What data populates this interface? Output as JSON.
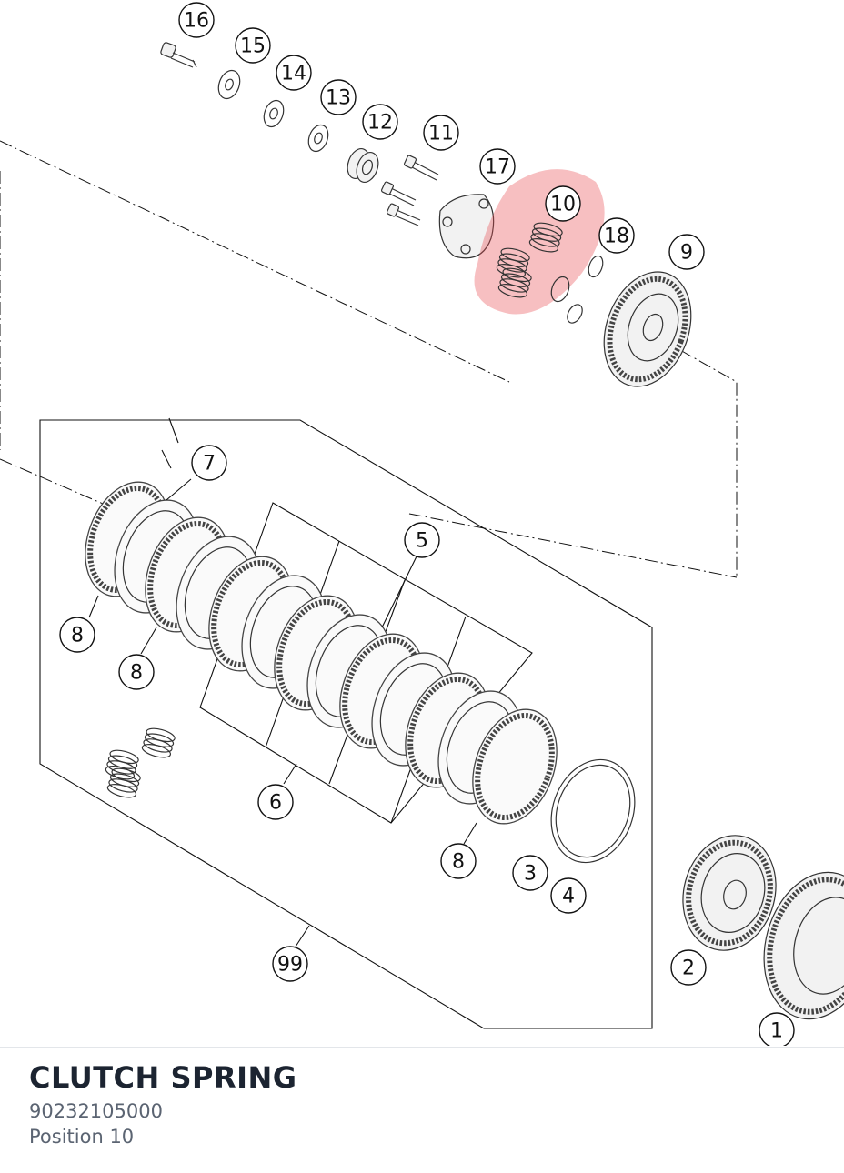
{
  "part": {
    "name": "CLUTCH SPRING",
    "number": "90232105000",
    "position": "Position 10"
  },
  "highlight": {
    "position": "10",
    "color": "#e8474c"
  },
  "callouts": [
    "16",
    "15",
    "14",
    "13",
    "12",
    "11",
    "17",
    "10",
    "18",
    "9",
    "7",
    "5",
    "8",
    "8",
    "6",
    "8",
    "3",
    "4",
    "99",
    "2",
    "1"
  ]
}
